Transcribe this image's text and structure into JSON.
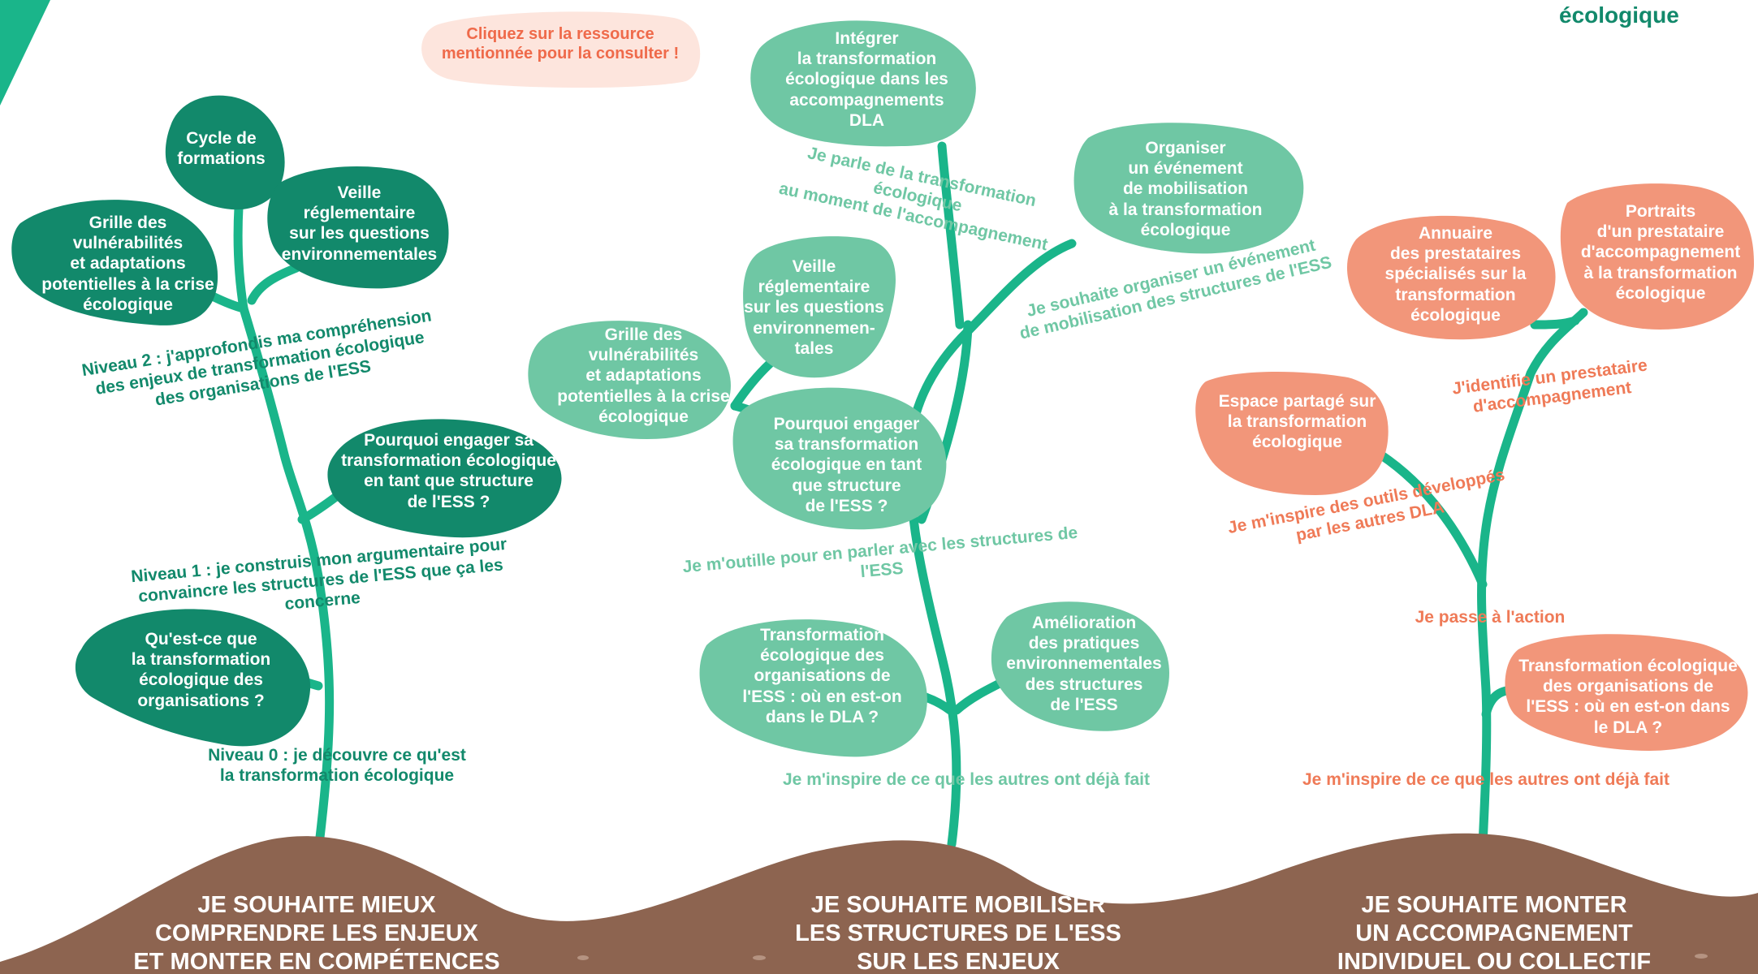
{
  "header": {
    "corner_word": "écologique",
    "hint": "Cliquez sur la ressource\nmentionnée pour la consulter !"
  },
  "colors": {
    "dark_green": "#12896b",
    "mid_green": "#6fc7a4",
    "orange": "#f2967a",
    "soil": "#8d6450",
    "stem_green": "#1ab58a",
    "stem_orange": "#1ab58a",
    "hint_bg": "#fde5dd",
    "hint_text": "#ef6a4a"
  },
  "tree1": {
    "title": "JE SOUHAITE MIEUX\nCOMPRENDRE LES ENJEUX\nET MONTER EN COMPÉTENCES",
    "level0": "Niveau 0 : je découvre ce qu'est\nla transformation écologique",
    "level1": "Niveau 1 : je construis mon argumentaire pour\nconvaincre les structures de l'ESS que ça les concerne",
    "level2": "Niveau 2 : j'approfondis ma compréhension\ndes enjeux de transformation écologique\ndes organisations de l'ESS",
    "leaves": [
      "Qu'est-ce que\nla transformation\nécologique des\norganisations ?",
      "Pourquoi engager sa\ntransformation écologique\nen tant que structure\nde l'ESS ?",
      "Grille des\nvulnérabilités\net adaptations\npotentielles à la crise\nécologique",
      "Cycle de\nformations",
      "Veille\nréglementaire\nsur les questions\nenvironnementales"
    ]
  },
  "tree2": {
    "title": "JE SOUHAITE MOBILISER\nLES STRUCTURES DE L'ESS\nSUR LES ENJEUX",
    "label_bottom": "Je m'inspire de ce que les autres ont déjà fait",
    "label_middle": "Je m'outille pour en parler avec les structures de l'ESS",
    "label_top_left": "Je parle de la transformation écologique\nau moment de l'accompagnement",
    "label_top_right": "Je souhaite organiser un événement\nde mobilisation des structures de l'ESS",
    "leaves": [
      "Transformation\nécologique des\norganisations de\nl'ESS : où en est-on\ndans le DLA ?",
      "Amélioration\ndes pratiques\nenvironnementales\ndes structures\nde l'ESS",
      "Grille des\nvulnérabilités\net adaptations\npotentielles à la crise\nécologique",
      "Veille\nréglementaire\nsur les questions\nenvironnemen-\ntales",
      "Pourquoi engager\nsa transformation\nécologique en tant\nque structure\nde l'ESS ?",
      "Intégrer\nla transformation\nécologique dans les\naccompagnements\nDLA",
      "Organiser\nun événement\nde mobilisation\nà la transformation\nécologique"
    ]
  },
  "tree3": {
    "title": "JE SOUHAITE MONTER\nUN ACCOMPAGNEMENT\nINDIVIDUEL OU COLLECTIF",
    "label_bottom": "Je m'inspire de ce que les autres ont déjà fait",
    "label_action": "Je passe à l'action",
    "label_tools": "Je m'inspire des outils développés\npar les autres DLA",
    "label_provider": "J'identifie un prestataire\nd'accompagnement",
    "leaves": [
      "Transformation écologique\ndes organisations de\nl'ESS : où en est-on dans\nle DLA ?",
      "Espace partagé sur\nla transformation\nécologique",
      "Annuaire\ndes prestataires\nspécialisés sur la\ntransformation\nécologique",
      "Portraits\nd'un prestataire\nd'accompagnement\nà la transformation\nécologique"
    ]
  }
}
